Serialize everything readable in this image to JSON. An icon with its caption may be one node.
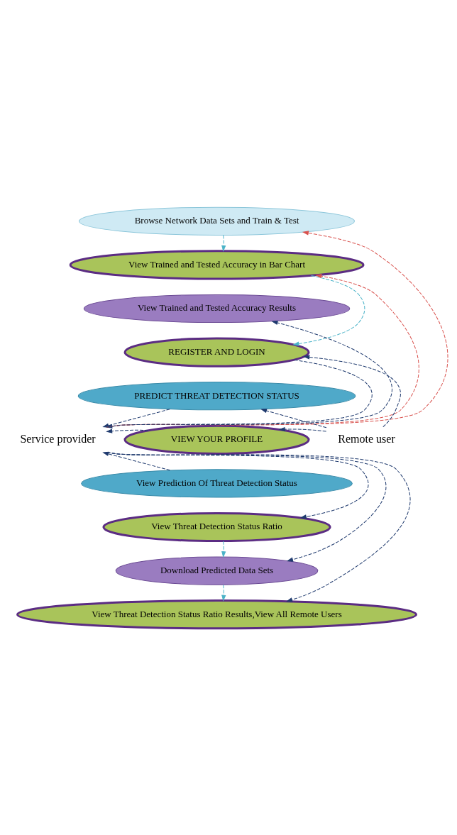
{
  "diagram": {
    "nodes": [
      {
        "text": [
          "Browse Network Data Sets and Train & Test"
        ]
      },
      {
        "text": [
          "View Trained and Tested Accuracy in Bar Chart"
        ]
      },
      {
        "text": [
          "View Trained and Tested Accuracy Results"
        ]
      },
      {
        "text": [
          "REGISTER AND LOGIN"
        ]
      },
      {
        "text": [
          "PREDICT THREAT DETECTION STATUS"
        ]
      },
      {
        "text": [
          "VIEW YOUR PROFILE"
        ]
      },
      {
        "text": [
          "View Prediction Of Threat Detection Status"
        ]
      },
      {
        "text": [
          "View Threat Detection Status Ratio"
        ]
      },
      {
        "text": [
          "Download Predicted Data Sets"
        ]
      },
      {
        "text": [
          "View Threat Detection Status Ratio Results,View All Remote Users"
        ]
      },
      {
        "text": [
          "Service provider"
        ]
      },
      {
        "text": [
          "Remote user"
        ]
      }
    ],
    "edges": [
      {
        "from": 10,
        "to": 0,
        "arrow": "to",
        "style": "dashed",
        "color": "#d9534f"
      },
      {
        "from": 10,
        "to": 1,
        "arrow": "to",
        "style": "dashed",
        "color": "#d9534f"
      },
      {
        "from": 0,
        "to": 1,
        "arrow": "to",
        "style": "dashed",
        "color": "#4bb3c8"
      },
      {
        "from": 1,
        "to": 3,
        "arrow": "to",
        "style": "dashed",
        "color": "#4bb3c8"
      },
      {
        "from": 10,
        "to": 2,
        "arrow": "to",
        "style": "dashed"
      },
      {
        "from": 3,
        "to": 10,
        "arrow": "to",
        "style": "dashed"
      },
      {
        "from": 4,
        "to": 10,
        "arrow": "to",
        "style": "dashed"
      },
      {
        "from": 5,
        "to": 10,
        "arrow": "to",
        "style": "dashed"
      },
      {
        "from": 6,
        "to": 10,
        "arrow": "to",
        "style": "dashed"
      },
      {
        "from": 11,
        "to": 3,
        "arrow": "to",
        "style": "dashed"
      },
      {
        "from": 11,
        "to": 4,
        "arrow": "to",
        "style": "dashed"
      },
      {
        "from": 11,
        "to": 5,
        "arrow": "to",
        "style": "dashed"
      },
      {
        "from": 10,
        "to": 7,
        "arrow": "to",
        "style": "dashed"
      },
      {
        "from": 10,
        "to": 8,
        "arrow": "to",
        "style": "dashed"
      },
      {
        "from": 10,
        "to": 9,
        "arrow": "to",
        "style": "dashed"
      },
      {
        "from": 7,
        "to": 8,
        "arrow": "to",
        "style": "dashed",
        "color": "#4bb3c8"
      },
      {
        "from": 8,
        "to": 9,
        "arrow": "to",
        "style": "dashed",
        "color": "#4bb3c8"
      }
    ]
  }
}
